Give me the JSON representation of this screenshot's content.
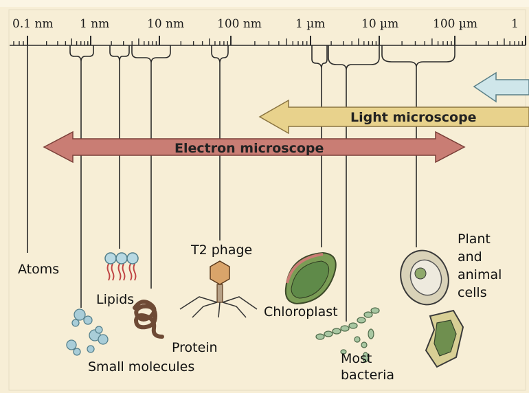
{
  "scale": {
    "ticks": [
      "0.1 nm",
      "1 nm",
      "10 nm",
      "100 nm",
      "1 µm",
      "10 µm",
      "100 µm",
      "1"
    ]
  },
  "bars": {
    "light_microscope": "Light microscope",
    "electron_microscope": "Electron microscope"
  },
  "items": {
    "atoms": "Atoms",
    "lipids": "Lipids",
    "small_molecules": "Small molecules",
    "protein": "Protein",
    "t2_phage": "T2 phage",
    "chloroplast": "Chloroplast",
    "most_bacteria": [
      "Most",
      "bacteria"
    ],
    "cells": [
      "Plant",
      "and",
      "animal",
      "cells"
    ]
  },
  "colors": {
    "background": "#f7eed6",
    "light_bar": "#e8d28c",
    "electron_bar": "#c97d74",
    "eye_bar": "#cfe6ea",
    "molecule": "#a9cdd8",
    "lipid_head": "#b8d9e3",
    "lipid_tail": "#c04545",
    "protein": "#6e4a35",
    "chloroplast": "#5f8a49",
    "bacteria": "#a8c7a2",
    "cell": "#d9d2b8"
  }
}
